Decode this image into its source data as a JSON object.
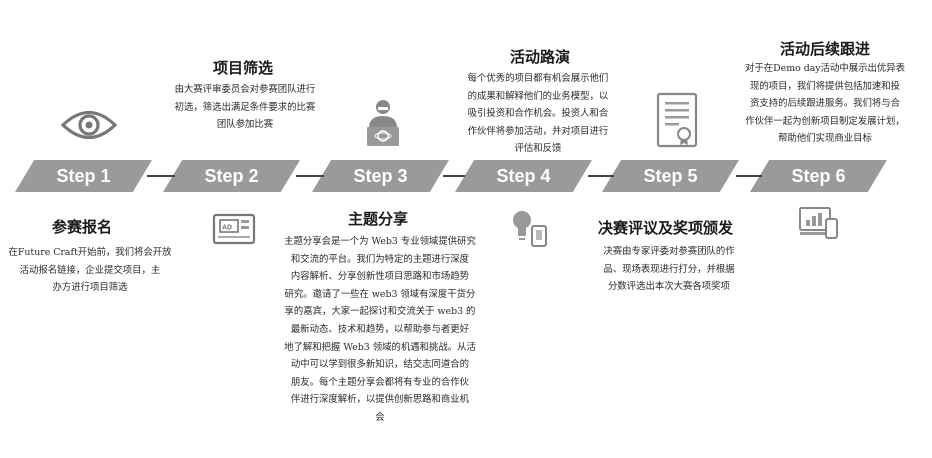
{
  "colors": {
    "arrow_fill": "#9a9a9a",
    "icon_gray": "#777777",
    "connector": "#444444"
  },
  "steps": [
    {
      "label": "Step 1",
      "title": "参赛报名",
      "icon": "eye-icon",
      "desc": [
        "在Future Craft开始前，我们将会开放",
        "活动报名链接，企业提交项目，主",
        "办方进行项目筛选"
      ]
    },
    {
      "label": "Step 2",
      "title": "项目筛选",
      "icon": "ad-screen-icon",
      "desc": [
        "由大赛评审委员会对参赛团队进行",
        "初选，筛选出满足条件要求的比赛",
        "团队参加比赛"
      ]
    },
    {
      "label": "Step 3",
      "title": "主题分享",
      "icon": "presenter-icon",
      "desc": [
        "主题分享会是一个为 Web3 专业领域提供研究",
        "和交流的平台。我们为特定的主题进行深度",
        "内容解析、分享创新性项目思路和市场趋势",
        "研究。邀请了一些在 web3 领域有深度干货分",
        "享的嘉宾，大家一起探讨和交流关于 web3 的",
        "最新动态、技术和趋势，以帮助参与者更好",
        "地了解和把握 Web3 领域的机遇和挑战。从活",
        "动中可以学到很多新知识，结交志同道合的",
        "朋友。每个主题分享会都将有专业的合作伙",
        "伴进行深度解析，以提供创新思路和商业机",
        "会"
      ]
    },
    {
      "label": "Step 4",
      "title": "活动路演",
      "icon": "lightbulb-devices-icon",
      "desc": [
        "每个优秀的项目都有机会展示他们",
        "的成果和解释他们的业务模型，以",
        "吸引投资和合作机会。投资人和合",
        "作伙伴将参加活动，并对项目进行",
        "评估和反馈"
      ]
    },
    {
      "label": "Step 5",
      "title": "决赛评议及奖项颁发",
      "icon": "certificate-icon",
      "desc": [
        "决赛由专家评委对参赛团队的作",
        "品、现场表现进行打分，并根据",
        "分数评选出本次大赛各项奖项"
      ]
    },
    {
      "label": "Step 6",
      "title": "活动后续跟进",
      "icon": "devices-chart-icon",
      "desc": [
        "对于在Demo day活动中展示出优异表",
        "现的项目，我们将提供包括加速和投",
        "资支持的后续跟进服务。我们将与合",
        "作伙伴一起为创新项目制定发展计划，",
        "帮助他们实现商业目标"
      ]
    }
  ]
}
